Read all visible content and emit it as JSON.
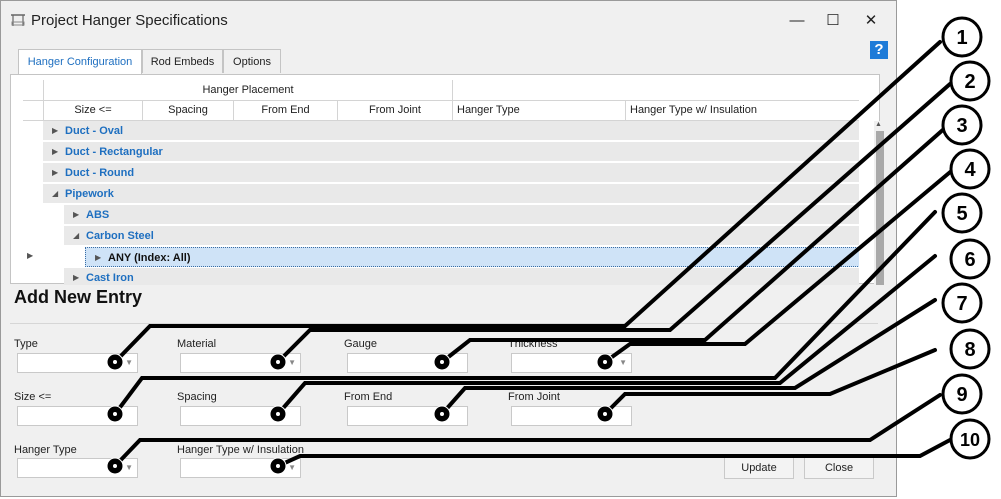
{
  "window": {
    "title": "Project Hanger Specifications",
    "minimize": "—",
    "maximize": "☐",
    "close": "✕",
    "help": "?"
  },
  "tabs": [
    {
      "label": "Hanger Configuration",
      "active": true
    },
    {
      "label": "Rod Embeds",
      "active": false
    },
    {
      "label": "Options",
      "active": false
    }
  ],
  "grid": {
    "group_header": "Hanger Placement",
    "columns": [
      "Size <=",
      "Spacing",
      "From End",
      "From Joint",
      "Hanger Type",
      "Hanger Type w/ Insulation"
    ],
    "rows": [
      {
        "label": "Duct - Oval",
        "level": 0,
        "expanded": false
      },
      {
        "label": "Duct - Rectangular",
        "level": 0,
        "expanded": false
      },
      {
        "label": "Duct - Round",
        "level": 0,
        "expanded": false
      },
      {
        "label": "Pipework",
        "level": 0,
        "expanded": true
      },
      {
        "label": "ABS",
        "level": 1,
        "expanded": false
      },
      {
        "label": "Carbon Steel",
        "level": 1,
        "expanded": true
      },
      {
        "label": "ANY (Index: All)",
        "level": 2,
        "expanded": false,
        "selected": true
      },
      {
        "label": "Cast Iron",
        "level": 1,
        "expanded": false
      }
    ]
  },
  "form": {
    "title": "Add New Entry",
    "type_label": "Type",
    "material_label": "Material",
    "gauge_label": "Gauge",
    "thickness_label": "Thickness",
    "size_label": "Size <=",
    "spacing_label": "Spacing",
    "from_end_label": "From End",
    "from_joint_label": "From Joint",
    "hanger_type_label": "Hanger Type",
    "hanger_type_ins_label": "Hanger Type w/ Insulation",
    "update_label": "Update",
    "close_label": "Close"
  },
  "callouts": [
    "1",
    "2",
    "3",
    "4",
    "5",
    "6",
    "7",
    "8",
    "9",
    "10"
  ],
  "colors": {
    "accent": "#1e6fc0",
    "help": "#1e7bd8",
    "selected_row": "#cfe3f7"
  }
}
